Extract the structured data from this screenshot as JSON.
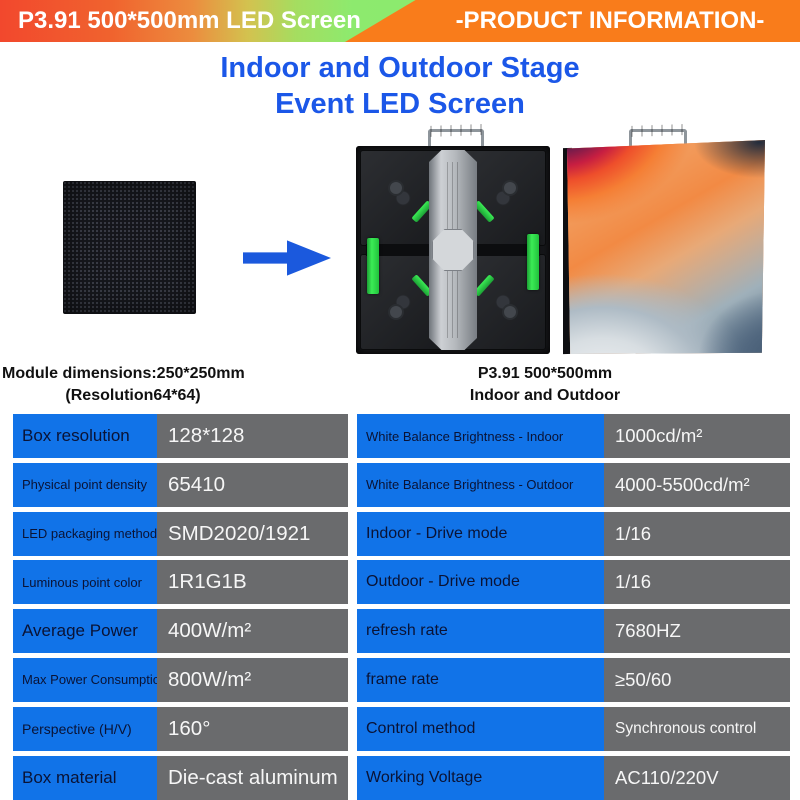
{
  "header": {
    "left_title": "P3.91 500*500mm LED Screen",
    "right_title": "-PRODUCT INFORMATION-"
  },
  "headline": {
    "line1": "Indoor and Outdoor Stage",
    "line2": "Event LED Screen"
  },
  "figures": {
    "module": {
      "caption_line1": "Module dimensions:250*250mm",
      "caption_line2": "(Resolution64*64)"
    },
    "cabinet": {
      "caption_line1": "P3.91 500*500mm",
      "caption_line2": "Indoor and Outdoor"
    }
  },
  "spec_table": {
    "left": [
      {
        "label": "Box resolution",
        "value": "128*128"
      },
      {
        "label": "Physical point density",
        "value": "65410"
      },
      {
        "label": "LED packaging method",
        "value": "SMD2020/1921"
      },
      {
        "label": "Luminous point color",
        "value": "1R1G1B"
      },
      {
        "label": "Average Power",
        "value": "400W/m²"
      },
      {
        "label": "Max Power Consumption",
        "value": "800W/m²"
      },
      {
        "label": "Perspective (H/V)",
        "value": "160°"
      },
      {
        "label": "Box material",
        "value": "Die-cast aluminum"
      }
    ],
    "right": [
      {
        "label": "White Balance Brightness - Indoor",
        "value": "1000cd/m²"
      },
      {
        "label": "White Balance Brightness - Outdoor",
        "value": "4000-5500cd/m²"
      },
      {
        "label": "Indoor - Drive mode",
        "value": "1/16"
      },
      {
        "label": "Outdoor - Drive mode",
        "value": "1/16"
      },
      {
        "label": "refresh rate",
        "value": "7680HZ"
      },
      {
        "label": "frame rate",
        "value": "≥50/60"
      },
      {
        "label": "Control method",
        "value": "Synchronous control"
      },
      {
        "label": "Working Voltage",
        "value": "AC110/220V"
      }
    ]
  },
  "colors": {
    "headline_blue": "#1b57e8",
    "table_label_bg": "#1173e8",
    "table_value_bg": "#6a6b6d",
    "table_label_text": "#0a1335",
    "banner_orange": "#f97c1b",
    "banner_gradient_start": "#f2482d",
    "banner_gradient_end": "#85ec72",
    "arrow_blue": "#1b59dd",
    "handle_green": "#2edb4a"
  }
}
